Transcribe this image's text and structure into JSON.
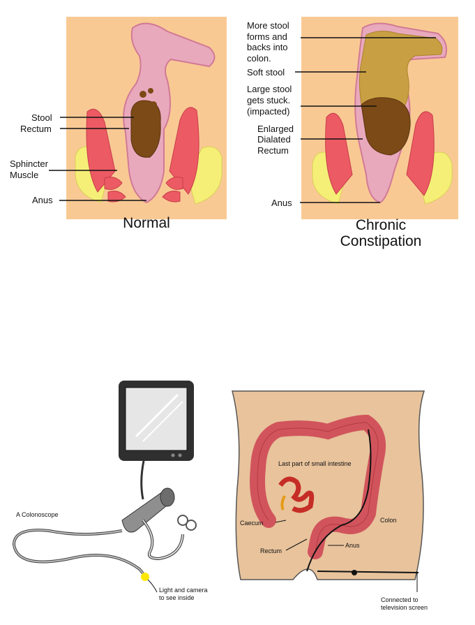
{
  "top_figure": {
    "normal": {
      "caption": "Normal",
      "labels": {
        "stool": "Stool",
        "rectum": "Rectum",
        "sphincter_1": "Sphincter",
        "sphincter_2": "Muscle",
        "anus": "Anus"
      }
    },
    "chronic": {
      "caption_1": "Chronic",
      "caption_2": "Constipation",
      "labels": {
        "more_stool_1": "More stool",
        "more_stool_2": "forms and",
        "more_stool_3": "backs into",
        "more_stool_4": "colon.",
        "soft_stool": "Soft stool",
        "large_stool_1": "Large stool",
        "large_stool_2": "gets stuck.",
        "large_stool_3": "(impacted)",
        "enlarged_1": "Enlarged",
        "enlarged_2": "Dialated",
        "enlarged_3": "Rectum",
        "anus": "Anus"
      }
    }
  },
  "bottom_figure": {
    "colonoscope_label": "A Colonoscope",
    "light_camera_1": "Light and camera",
    "light_camera_2": "to see inside",
    "small_intestine": "Last part of small intestine",
    "caecum": "Caecum",
    "colon": "Colon",
    "rectum": "Rectum",
    "anus": "Anus",
    "connected_1": "Connected to",
    "connected_2": "television screen"
  },
  "colors": {
    "background_panel": "#f9c994",
    "intestine_pink": "#e9a9bd",
    "muscle_red": "#ec5a64",
    "fat_yellow": "#f5ef77",
    "stool_brown": "#7b4a16",
    "soft_stool": "#c8a043",
    "skin": "#e8c39c",
    "colon_red": "#d1545c"
  }
}
